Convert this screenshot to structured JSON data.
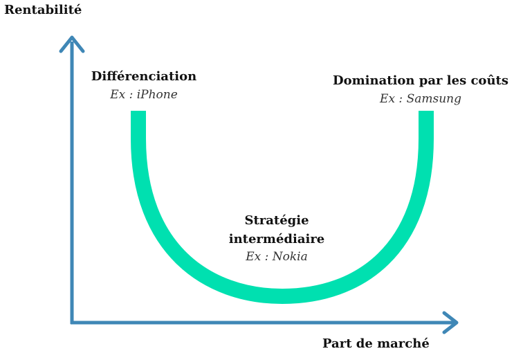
{
  "axes": {
    "y_label": "Rentabilité",
    "x_label": "Part de marché",
    "color": "#3f87b6"
  },
  "curve": {
    "color": "#00e0b0"
  },
  "points": {
    "left": {
      "title": "Différenciation",
      "example": "Ex : iPhone"
    },
    "middle": {
      "title_line1": "Stratégie",
      "title_line2": "intermédiaire",
      "example": "Ex : Nokia"
    },
    "right": {
      "title": "Domination par les coûts",
      "example": "Ex : Samsung"
    }
  }
}
